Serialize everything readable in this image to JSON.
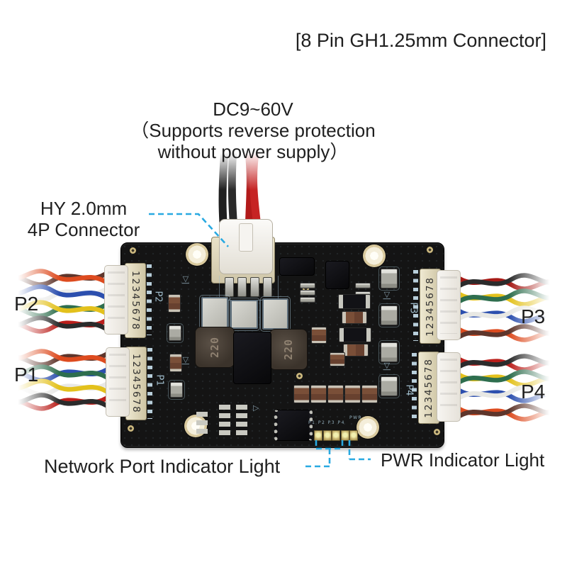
{
  "annotations": {
    "top_title": "[8 Pin GH1.25mm Connector]",
    "power_note": {
      "line1": "DC9~60V",
      "line2": "（Supports reverse protection",
      "line3": "without power supply）"
    },
    "hy_connector": {
      "line1": "HY 2.0mm",
      "line2": "4P Connector"
    },
    "network_led_label": "Network Port Indicator Light",
    "pwr_led_label": "PWR Indicator Light"
  },
  "harness_labels": {
    "p1": "P1",
    "p2": "P2",
    "p3": "P3",
    "p4": "P4"
  },
  "board": {
    "pin_numbers": "12345678",
    "inductor_marking": "220",
    "silkscreen": {
      "p1": "P1",
      "p2": "P2",
      "p3": "P3",
      "p4": "P4",
      "led_row": "P1 P2 P3 P4",
      "pwr": "PWR"
    }
  },
  "colors": {
    "annotation_blue": "#29A9E1",
    "text": "#1F1F1F",
    "pcb_black": "#141414",
    "silkscreen_blue": "#9FBCCB",
    "connector_beige": "#DFD8C0",
    "plug_white": "#F3F1ED"
  }
}
